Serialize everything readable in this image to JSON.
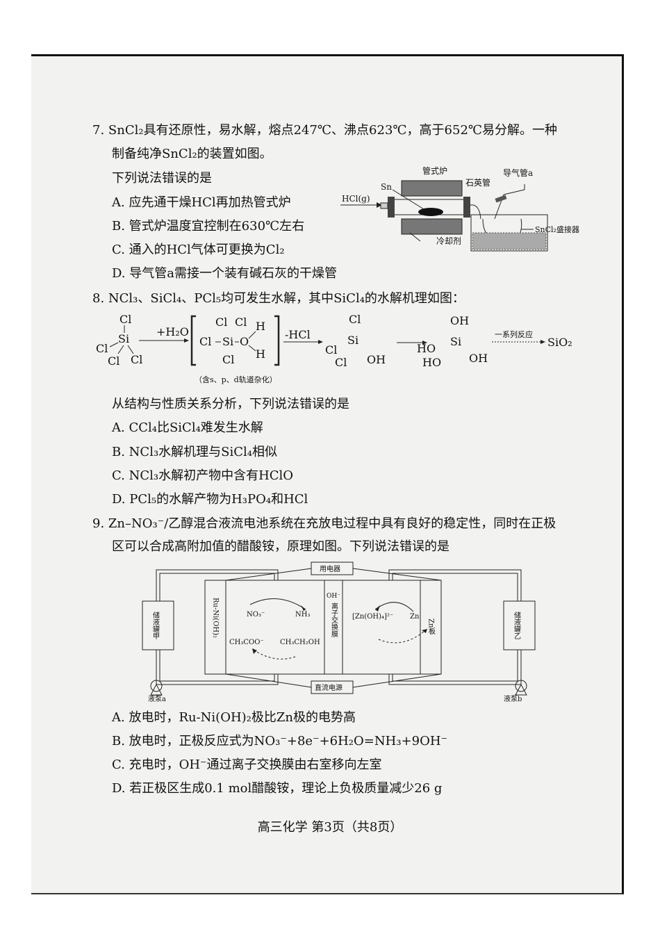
{
  "q7": {
    "stem_line1": "7. SnCl₂具有还原性，易水解，熔点247℃、沸点623℃，高于652℃易分解。一种",
    "stem_line2": "制备纯净SnCl₂的装置如图。",
    "prompt": "下列说法错误的是",
    "options": [
      "A.  应先通干燥HCl再加热管式炉",
      "B.  管式炉温度宜控制在630℃左右",
      "C.  通入的HCl气体可更换为Cl₂",
      "D.  导气管a需接一个装有碱石灰的干燥管"
    ],
    "figure": {
      "furnace": "管式炉",
      "quartz_tube": "石英管",
      "gas_tube": "导气管a",
      "sn": "Sn",
      "hcl": "HCl(g)",
      "receiver": "SnCl₂盛接器",
      "coolant": "冷却剂"
    }
  },
  "q8": {
    "stem": "8. NCl₃、SiCl₄、PCl₅均可发生水解，其中SiCl₄的水解机理如图：",
    "figure": {
      "cl": "Cl",
      "si": "Si",
      "o": "O",
      "h": "H",
      "oh": "OH",
      "ho": "HO",
      "plus_water": "+H₂O",
      "minus_hcl": "-HCl",
      "series": "一系列反应",
      "product": "SiO₂",
      "note": "（含s、p、d轨道杂化）"
    },
    "prompt": "从结构与性质关系分析，下列说法错误的是",
    "options": [
      "A.  CCl₄比SiCl₄难发生水解",
      "B.  NCl₃水解机理与SiCl₄相似",
      "C.  NCl₃水解初产物中含有HClO",
      "D.  PCl₅的水解产物为H₃PO₄和HCl"
    ]
  },
  "q9": {
    "stem_line1": "9. Zn–NO₃⁻/乙醇混合液流电池系统在充放电过程中具有良好的稳定性，同时在正极",
    "stem_line2": "区可以合成高附加值的醋酸铵，原理如图。下列说法错误的是",
    "figure": {
      "load": "用电器",
      "dc_source": "直流电源",
      "tank_a": "储液罐甲",
      "tank_b": "储液罐乙",
      "pump_a": "液泵a",
      "pump_b": "液泵b",
      "electrode_left": "Ru-Ni(OH)₂",
      "electrode_right": "Zn板",
      "membrane": "离子交换膜",
      "oh": "OH⁻",
      "no3": "NO₃⁻",
      "nh3": "NH₃",
      "acetate": "CH₃COO⁻",
      "ethanol": "CH₃CH₂OH",
      "zincate": "[Zn(OH)₄]²⁻",
      "zn": "Zn"
    },
    "options": [
      "A.  放电时，Ru-Ni(OH)₂极比Zn极的电势高",
      "B.  放电时，正极反应式为NO₃⁻+8e⁻+6H₂O=NH₃+9OH⁻",
      "C.  充电时，OH⁻通过离子交换膜由右室移向左室",
      "D.  若正极区生成0.1 mol醋酸铵，理论上负极质量减少26 g"
    ]
  },
  "footer": "高三化学   第3页（共8页）"
}
